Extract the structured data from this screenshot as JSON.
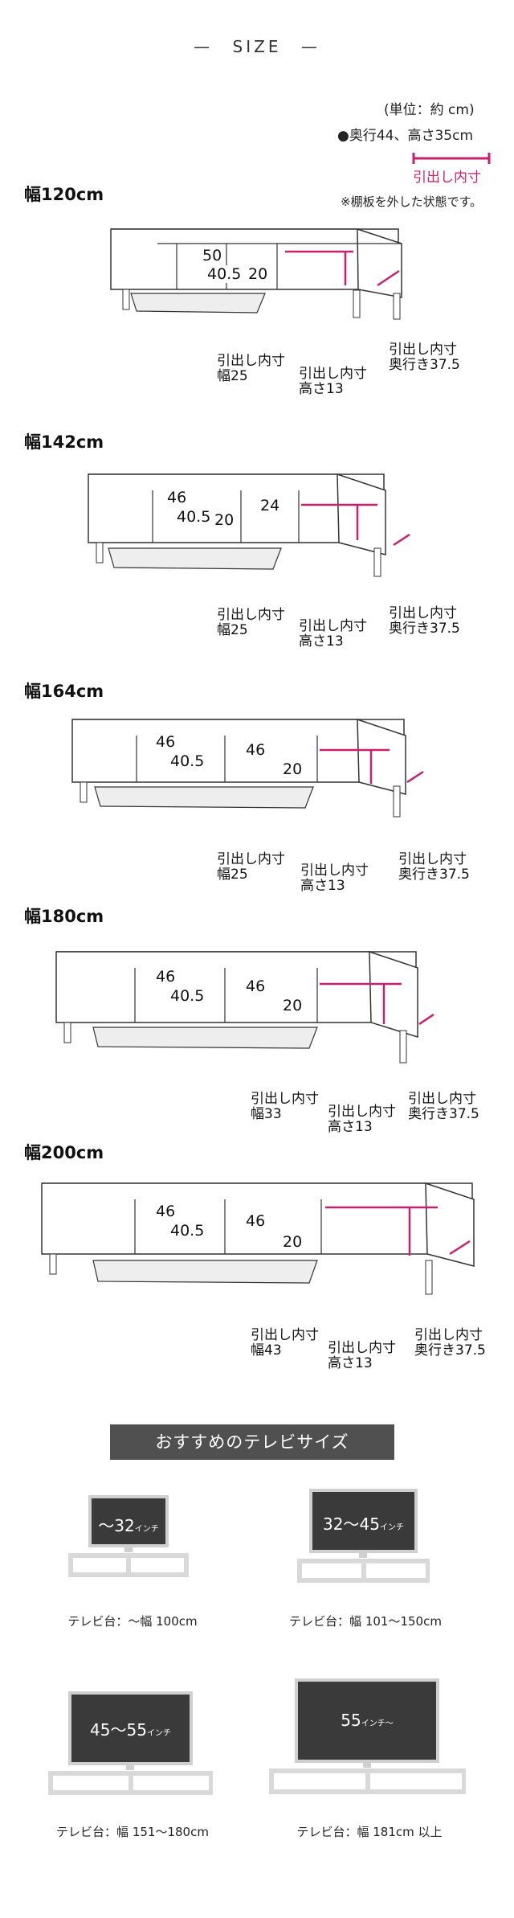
{
  "header": {
    "title": "SIZE",
    "dash_left": "—",
    "dash_right": "—"
  },
  "unit_note": "(単位：約 cm)",
  "depth_height_note": "●奥行44、高さ35cm",
  "drawer_legend": "引出し内寸",
  "shelf_note": "※棚板を外した状態です。",
  "models": [
    {
      "label": "幅120cm",
      "numbers": {
        "a": "50",
        "b": "40.5",
        "c": "20"
      },
      "drawer_width": [
        "引出し内寸",
        "幅25"
      ],
      "drawer_height": [
        "引出し内寸",
        "高さ13"
      ],
      "drawer_depth": [
        "引出し内寸",
        "奥行き37.5"
      ]
    },
    {
      "label": "幅142cm",
      "numbers": {
        "a": "46",
        "b": "40.5",
        "c": "20",
        "d": "24"
      },
      "drawer_width": [
        "引出し内寸",
        "幅25"
      ],
      "drawer_height": [
        "引出し内寸",
        "高さ13"
      ],
      "drawer_depth": [
        "引出し内寸",
        "奥行き37.5"
      ]
    },
    {
      "label": "幅164cm",
      "numbers": {
        "a": "46",
        "b": "40.5",
        "c": "46",
        "d": "20"
      },
      "drawer_width": [
        "引出し内寸",
        "幅25"
      ],
      "drawer_height": [
        "引出し内寸",
        "高さ13"
      ],
      "drawer_depth": [
        "引出し内寸",
        "奥行き37.5"
      ]
    },
    {
      "label": "幅180cm",
      "numbers": {
        "a": "46",
        "b": "40.5",
        "c": "46",
        "d": "20"
      },
      "drawer_width": [
        "引出し内寸",
        "幅33"
      ],
      "drawer_height": [
        "引出し内寸",
        "高さ13"
      ],
      "drawer_depth": [
        "引出し内寸",
        "奥行き37.5"
      ]
    },
    {
      "label": "幅200cm",
      "numbers": {
        "a": "46",
        "b": "40.5",
        "c": "46",
        "d": "20"
      },
      "drawer_width": [
        "引出し内寸",
        "幅43"
      ],
      "drawer_height": [
        "引出し内寸",
        "高さ13"
      ],
      "drawer_depth": [
        "引出し内寸",
        "奥行き37.5"
      ]
    }
  ],
  "recommend": {
    "banner": "おすすめのテレビサイズ",
    "items": [
      {
        "screen": "～32",
        "unit": "インチ",
        "caption": "テレビ台：～幅 100cm"
      },
      {
        "screen": "32～45",
        "unit": "インチ",
        "caption": "テレビ台：幅 101～150cm"
      },
      {
        "screen": "45～55",
        "unit": "インチ",
        "caption": "テレビ台：幅 151～180cm"
      },
      {
        "screen": "55",
        "unit": "インチ～",
        "caption": "テレビ台：幅 181cm 以上"
      }
    ]
  },
  "colors": {
    "accent": "#c8206e",
    "banner": "#505050",
    "tv_gray": "#d0d0d0"
  }
}
